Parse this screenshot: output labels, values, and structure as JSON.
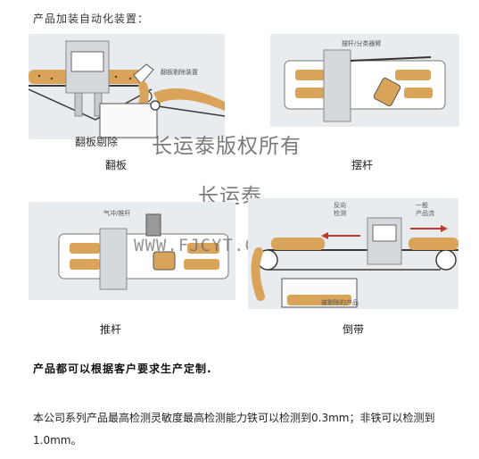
{
  "heading": "产品加装自动化装置：",
  "panels": {
    "flap": {
      "caption": "翻板",
      "labels": {
        "device": "翻板剔除装置",
        "overlay": "翻板剔除"
      }
    },
    "swing": {
      "caption": "摆杆",
      "labels": {
        "top": "摆杆/分类器臂"
      }
    },
    "push": {
      "caption": "推杆",
      "labels": {
        "top": "气冲/推杆"
      }
    },
    "reverse": {
      "caption": "倒带",
      "labels": {
        "reverse_detect": "反向\n检测",
        "normal_flow": "一般\n产品流",
        "rejected": "被剔除的产品"
      }
    }
  },
  "watermark": {
    "line1": "长运泰版权所有",
    "line2": "长运泰",
    "url": "WWW.FJCYT.COM"
  },
  "note": "产品都可以根据客户要求生产定制.",
  "description": "本公司系列产品最高检测灵敏度最高检测能力铁可以检测到0.3mm；非铁可以检测到1.0mm。",
  "colors": {
    "panel_bg": "#e9ecef",
    "product": "#d9a45a",
    "belt": "#3a3a3a",
    "machine": "#d5d9dd"
  }
}
